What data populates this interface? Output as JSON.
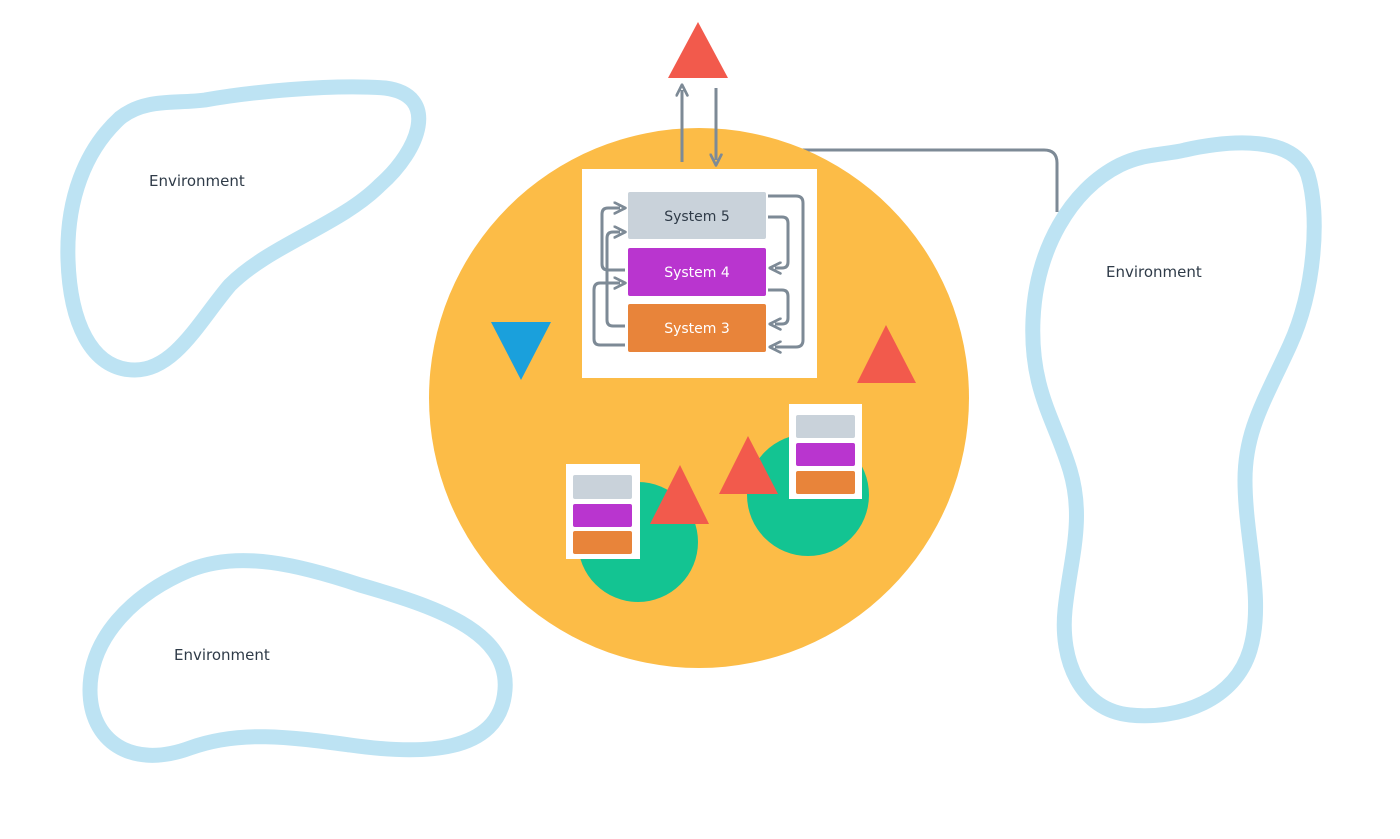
{
  "colors": {
    "background": "#ffffff",
    "environment_outline": "#bde3f3",
    "organisation": "#fcbc47",
    "panel": "#ffffff",
    "system5": "#c9d2da",
    "system4": "#b935cf",
    "system3": "#e8843a",
    "arrow": "#7d8a96",
    "triangle_red": "#f25a4c",
    "triangle_blue": "#1aa0dc",
    "subunit": "#13c492",
    "label_dark": "#2f3b48",
    "label_light": "#ffffff"
  },
  "environments": [
    {
      "label": "Environment"
    },
    {
      "label": "Environment"
    },
    {
      "label": "Environment"
    }
  ],
  "systems": [
    {
      "label": "System 5"
    },
    {
      "label": "System 4"
    },
    {
      "label": "System 3"
    }
  ],
  "icons": {
    "environment": "blob-outline-icon",
    "triangle_up": "triangle-up-icon",
    "triangle_down": "triangle-down-icon",
    "arrow": "arrow-icon"
  }
}
